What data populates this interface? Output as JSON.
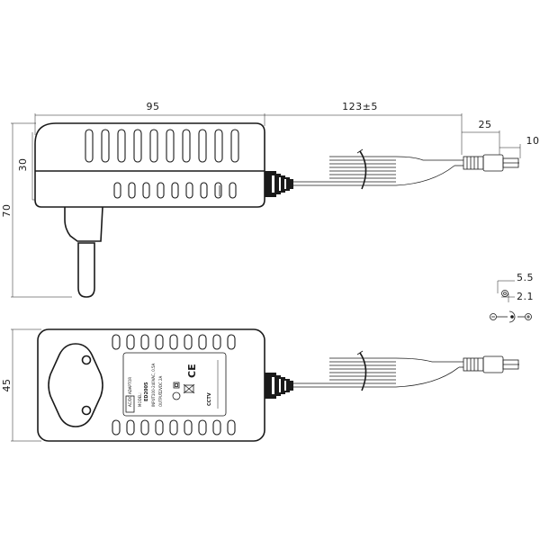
{
  "dimensions": {
    "top_width": "95",
    "cable_length": "123±5",
    "plug_length": "25",
    "tip_length": "10",
    "body_height": "30",
    "total_height": "70",
    "bottom_height": "45",
    "outer_diameter": "5.5",
    "inner_diameter": "2.1"
  },
  "label": {
    "product_type": "AC/DC ADAPTOR",
    "model_prefix": "MODEL:",
    "model": "ED2005",
    "input_prefix": "INPUT:",
    "input": "100-240VAC, 0.5A",
    "output_prefix": "OUTPUT:",
    "output": "12VDC  2A",
    "cctv": "CCTV"
  },
  "polarity_symbols": {
    "minus": "−",
    "plus": "+"
  }
}
